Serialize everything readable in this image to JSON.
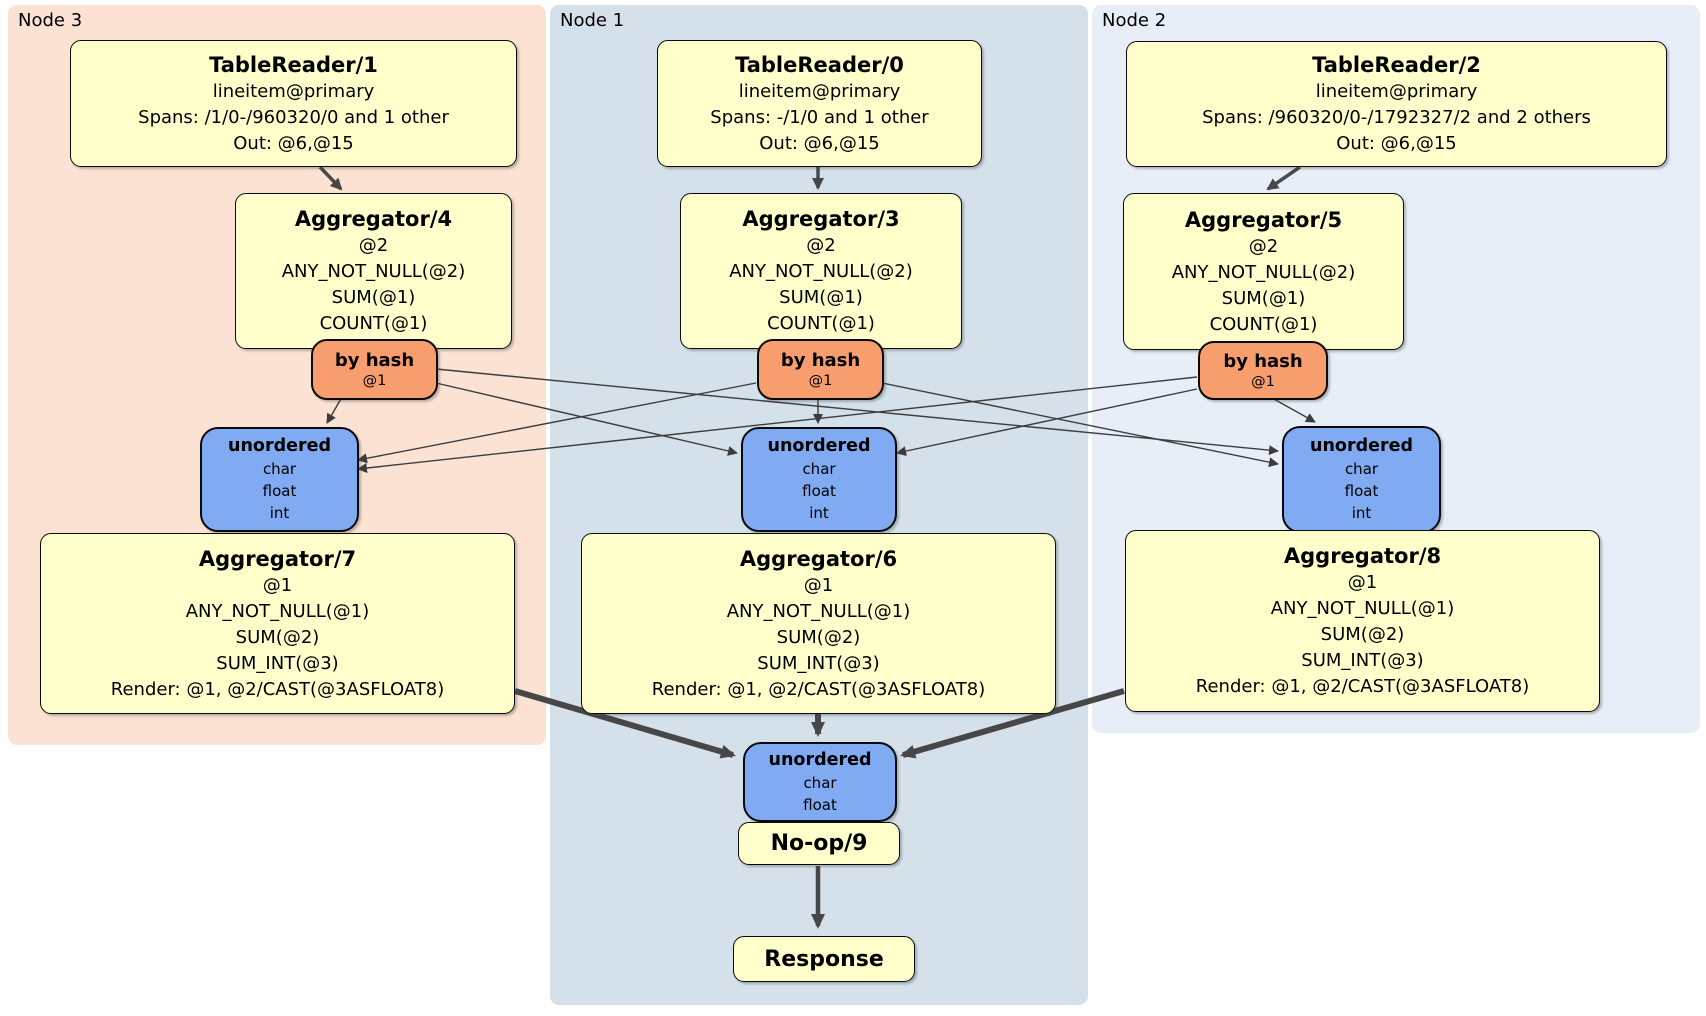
{
  "colors": {
    "panel_node3": "#fbe2d2",
    "panel_node1": "#d4e1ea",
    "panel_node2": "#e8eef8",
    "processor_box": "#ffffcc",
    "router_box": "#f89e6e",
    "sync_box": "#80aaf2",
    "edge": "#3c3c3c"
  },
  "panels": [
    {
      "label": "Node 3",
      "table_reader": {
        "title": "TableReader/1",
        "lines": [
          "lineitem@primary",
          "Spans: /1/0-/960320/0 and 1 other",
          "Out: @6,@15"
        ]
      },
      "aggregator_top": {
        "title": "Aggregator/4",
        "lines": [
          "@2",
          "ANY_NOT_NULL(@2)",
          "SUM(@1)",
          "COUNT(@1)"
        ]
      },
      "router": {
        "title": "by hash",
        "detail": "@1"
      },
      "sync": {
        "title": "unordered",
        "lines": [
          "char",
          "float",
          "int"
        ]
      },
      "aggregator_bottom": {
        "title": "Aggregator/7",
        "lines": [
          "@1",
          "ANY_NOT_NULL(@1)",
          "SUM(@2)",
          "SUM_INT(@3)",
          "Render: @1, @2/CAST(@3ASFLOAT8)"
        ]
      }
    },
    {
      "label": "Node 1",
      "table_reader": {
        "title": "TableReader/0",
        "lines": [
          "lineitem@primary",
          "Spans: -/1/0 and 1 other",
          "Out: @6,@15"
        ]
      },
      "aggregator_top": {
        "title": "Aggregator/3",
        "lines": [
          "@2",
          "ANY_NOT_NULL(@2)",
          "SUM(@1)",
          "COUNT(@1)"
        ]
      },
      "router": {
        "title": "by hash",
        "detail": "@1"
      },
      "sync": {
        "title": "unordered",
        "lines": [
          "char",
          "float",
          "int"
        ]
      },
      "aggregator_bottom": {
        "title": "Aggregator/6",
        "lines": [
          "@1",
          "ANY_NOT_NULL(@1)",
          "SUM(@2)",
          "SUM_INT(@3)",
          "Render: @1, @2/CAST(@3ASFLOAT8)"
        ]
      }
    },
    {
      "label": "Node 2",
      "table_reader": {
        "title": "TableReader/2",
        "lines": [
          "lineitem@primary",
          "Spans: /960320/0-/1792327/2 and 2 others",
          "Out: @6,@15"
        ]
      },
      "aggregator_top": {
        "title": "Aggregator/5",
        "lines": [
          "@2",
          "ANY_NOT_NULL(@2)",
          "SUM(@1)",
          "COUNT(@1)"
        ]
      },
      "router": {
        "title": "by hash",
        "detail": "@1"
      },
      "sync": {
        "title": "unordered",
        "lines": [
          "char",
          "float",
          "int"
        ]
      },
      "aggregator_bottom": {
        "title": "Aggregator/8",
        "lines": [
          "@1",
          "ANY_NOT_NULL(@1)",
          "SUM(@2)",
          "SUM_INT(@3)",
          "Render: @1, @2/CAST(@3ASFLOAT8)"
        ]
      }
    }
  ],
  "final_stage": {
    "sync": {
      "title": "unordered",
      "lines": [
        "char",
        "float"
      ]
    },
    "noop_label": "No-op/9",
    "response_label": "Response"
  }
}
